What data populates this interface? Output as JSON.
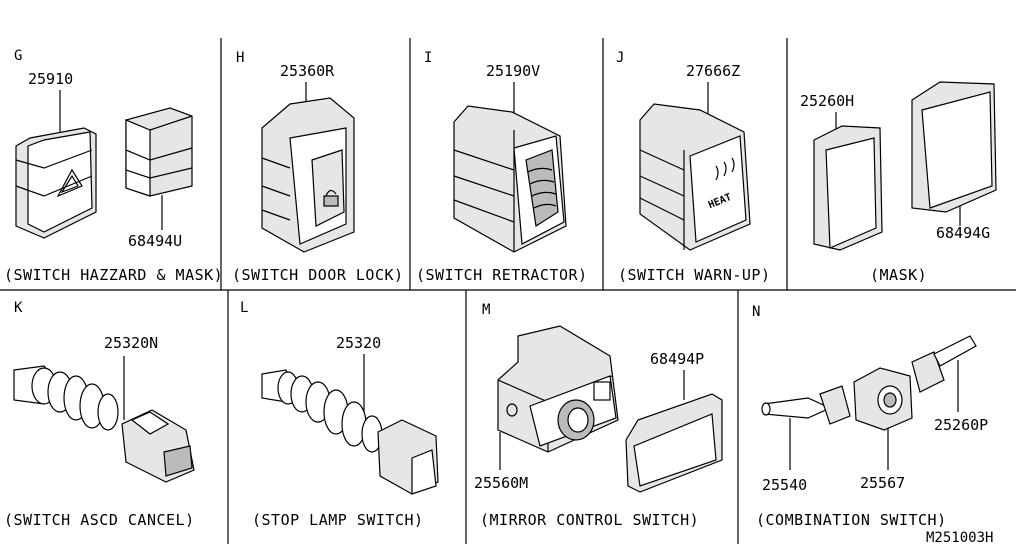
{
  "top_row": [
    {
      "letter": "G",
      "parts": [
        "25910",
        "68494U"
      ],
      "caption": "(SWITCH HAZZARD & MASK)"
    },
    {
      "letter": "H",
      "parts": [
        "25360R"
      ],
      "caption": "(SWITCH DOOR LOCK)"
    },
    {
      "letter": "I",
      "parts": [
        "25190V"
      ],
      "caption": "(SWITCH RETRACTOR)"
    },
    {
      "letter": "J",
      "parts": [
        "27666Z"
      ],
      "caption": "(SWITCH WARN-UP)",
      "switch_text": "HEAT"
    },
    {
      "letter": "",
      "parts": [
        "25260H",
        "68494G"
      ],
      "caption": "(MASK)"
    }
  ],
  "bottom_row": [
    {
      "letter": "K",
      "parts": [
        "25320N"
      ],
      "caption": "(SWITCH ASCD CANCEL)"
    },
    {
      "letter": "L",
      "parts": [
        "25320"
      ],
      "caption": "(STOP LAMP SWITCH)"
    },
    {
      "letter": "M",
      "parts": [
        "68494P",
        "25560M"
      ],
      "caption": "(MIRROR CONTROL SWITCH)"
    },
    {
      "letter": "N",
      "parts": [
        "25260P",
        "25540",
        "25567"
      ],
      "caption": "(COMBINATION SWITCH)"
    }
  ],
  "diagram_code": "M251003H",
  "icons": [
    "hazard-triangle-icon",
    "door-lock-icon",
    "seat-heat-icon"
  ]
}
